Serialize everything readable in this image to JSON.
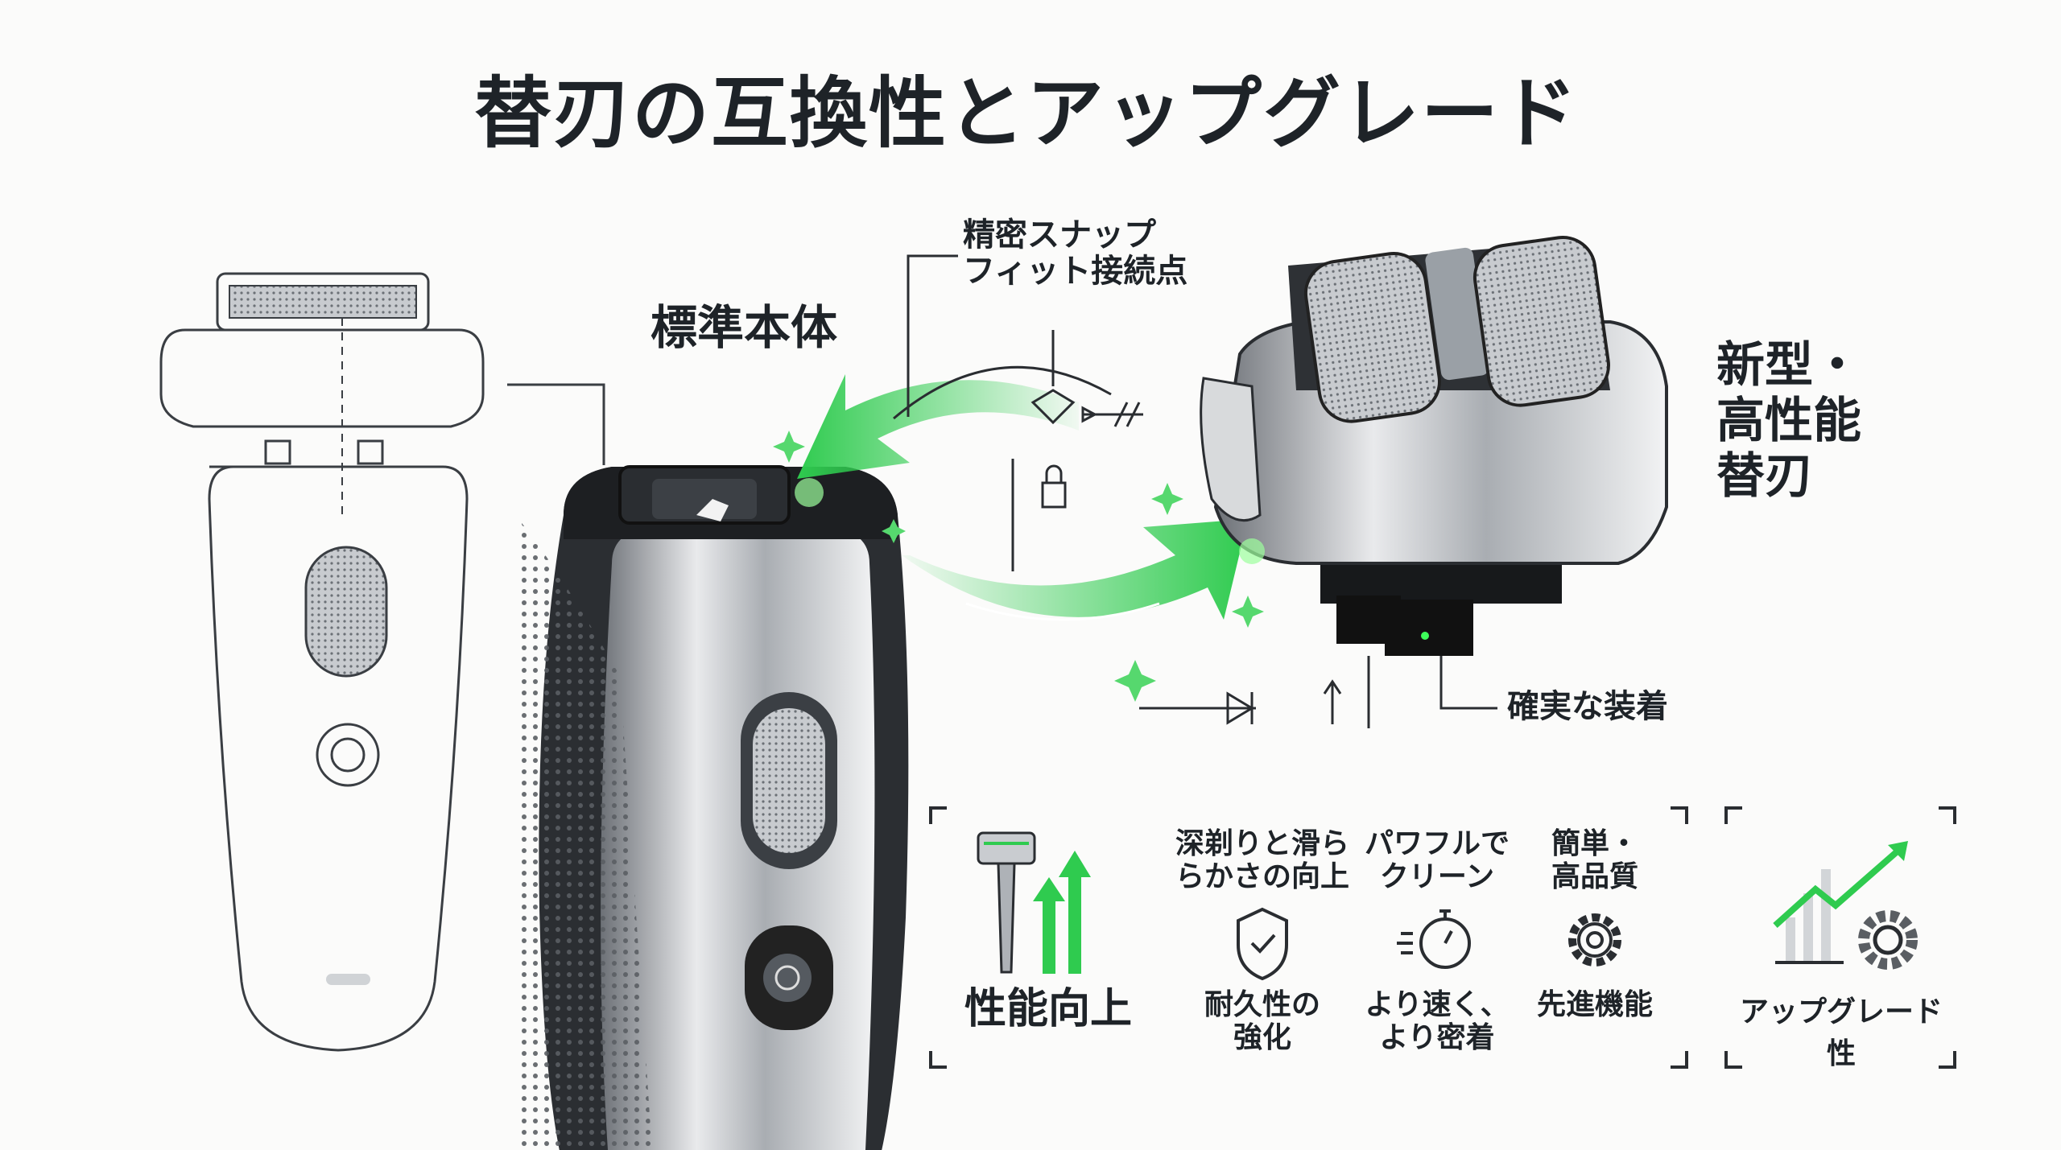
{
  "title": "替刃の互換性とアップグレード",
  "labels": {
    "standard_body": "標準本体",
    "snap_fit": [
      "精密スナップ",
      "フィット接続点"
    ],
    "new_blade": [
      "新型・",
      "高性能",
      "替刃"
    ],
    "secure_fit": "確実な装着"
  },
  "benefits": {
    "performance_title": "性能向上",
    "columns": [
      {
        "top": [
          "深剃りと滑ら",
          "らかさの向上"
        ],
        "icon": "shield-check-icon",
        "bottom": [
          "耐久性の",
          "強化"
        ]
      },
      {
        "top": [
          "パワフルで",
          "クリーン"
        ],
        "icon": "stopwatch-icon",
        "bottom": [
          "より速く、",
          "より密着"
        ]
      },
      {
        "top": [
          "簡単・",
          "高品質"
        ],
        "icon": "gear-icon",
        "bottom": [
          "先進機能"
        ]
      }
    ],
    "upgrade_title": "アップグレード性"
  },
  "colors": {
    "accent": "#2fcb4f",
    "text": "#1e2328"
  }
}
